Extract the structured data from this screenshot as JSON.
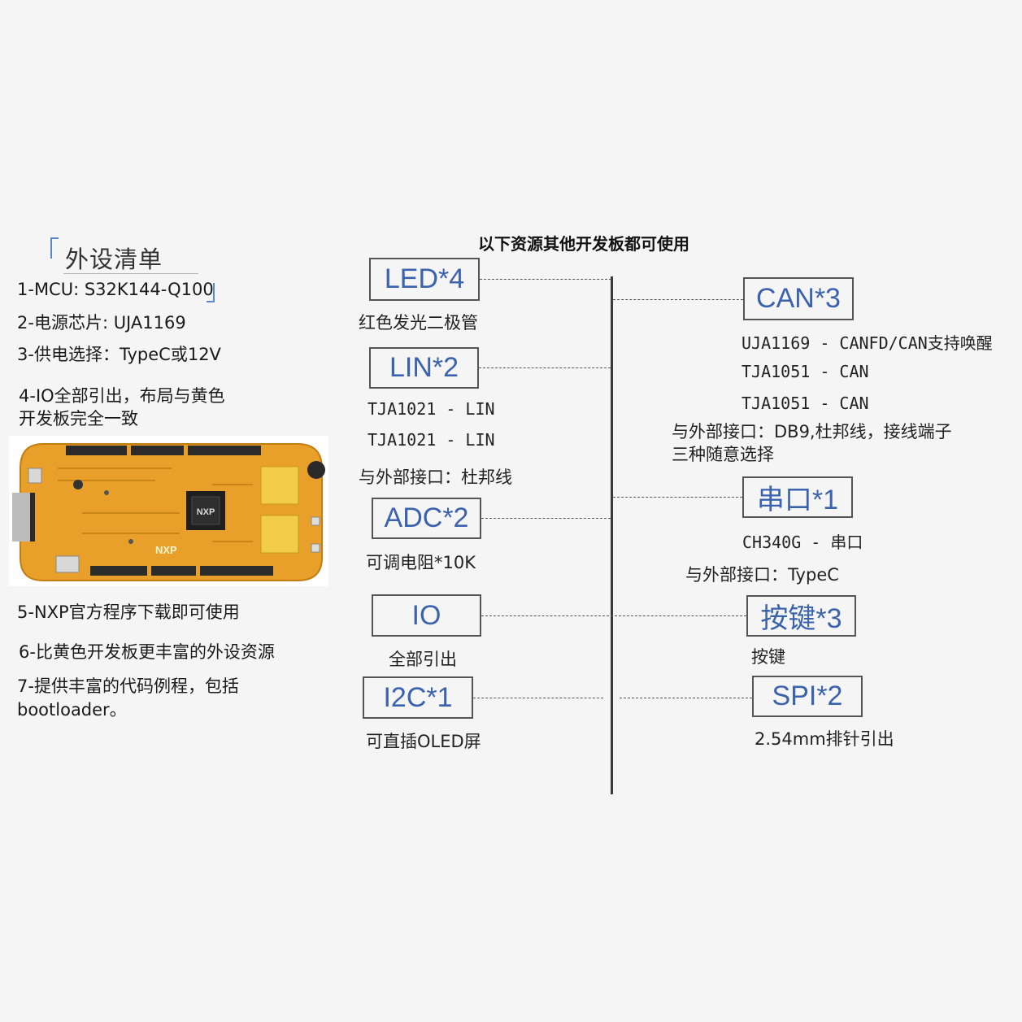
{
  "left_panel": {
    "section_title": "外设清单",
    "features": [
      "1-MCU: S32K144-Q100",
      "2-电源芯片: UJA1169",
      "3-供电选择：TypeC或12V",
      "4-IO全部引出，布局与黄色",
      "开发板完全一致",
      "5-NXP官方程序下载即可使用",
      "6-比黄色开发板更丰富的外设资源",
      "7-提供丰富的代码例程，包括",
      "bootloader。"
    ],
    "board_logo": "NXP",
    "board_chip_logo": "NXP"
  },
  "center": {
    "heading": "以下资源其他开发板都可使用"
  },
  "left_resources": [
    {
      "label": "LED*4",
      "details": [
        "红色发光二极管"
      ]
    },
    {
      "label": "LIN*2",
      "details": [
        "TJA1021 - LIN",
        "TJA1021 - LIN",
        "与外部接口：杜邦线"
      ]
    },
    {
      "label": "ADC*2",
      "details": [
        "可调电阻*10K"
      ]
    },
    {
      "label": "IO",
      "details": [
        "全部引出"
      ]
    },
    {
      "label": "I2C*1",
      "details": [
        "可直插OLED屏"
      ]
    }
  ],
  "right_resources": [
    {
      "label": "CAN*3",
      "details": [
        "UJA1169 - CANFD/CAN支持唤醒",
        "TJA1051 - CAN",
        "TJA1051 - CAN",
        "与外部接口：DB9,杜邦线，接线端子",
        "三种随意选择"
      ]
    },
    {
      "label": "串口*1",
      "details": [
        "CH340G - 串口",
        "与外部接口：TypeC"
      ]
    },
    {
      "label": "按键*3",
      "details": [
        "按键"
      ]
    },
    {
      "label": "SPI*2",
      "details": [
        "2.54mm排针引出"
      ]
    }
  ],
  "colors": {
    "background": "#f5f5f5",
    "box_text": "#3b62ad",
    "bracket": "#5b87c7",
    "board_pcb": "#e8a02a"
  }
}
